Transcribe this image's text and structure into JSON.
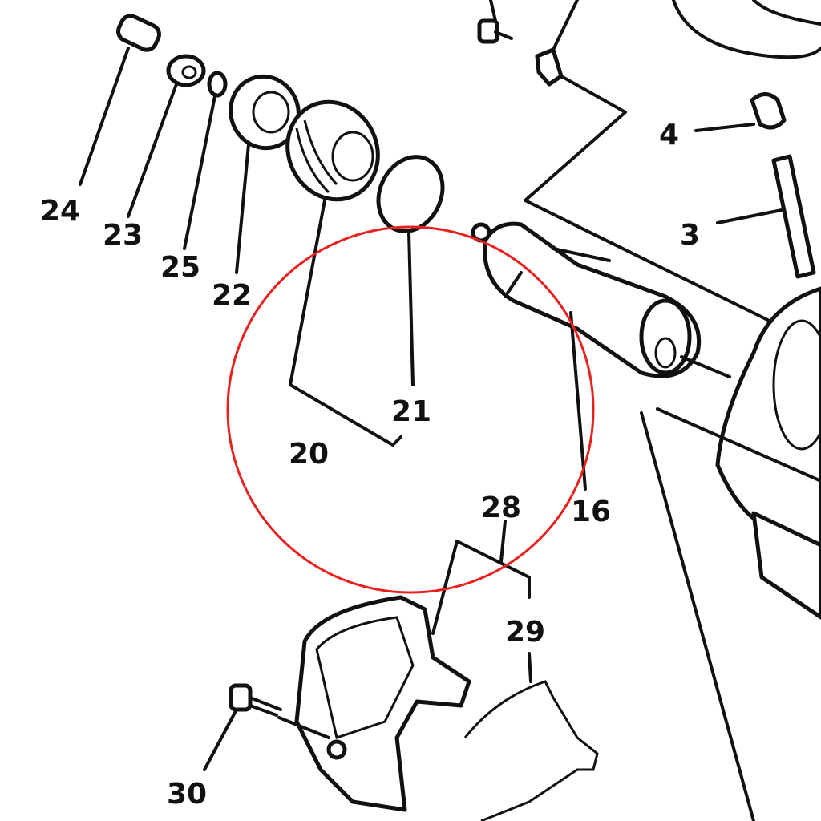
{
  "title": "Parts diagram - water pump section",
  "labels": {
    "p24": "24",
    "p23": "23",
    "p25": "25",
    "p22": "22",
    "p20": "20",
    "p21": "21",
    "p28": "28",
    "p16": "16",
    "p29": "29",
    "p30": "30",
    "p4": "4",
    "p3": "3"
  },
  "highlight": {
    "color": "#e8201e",
    "target": "21"
  }
}
